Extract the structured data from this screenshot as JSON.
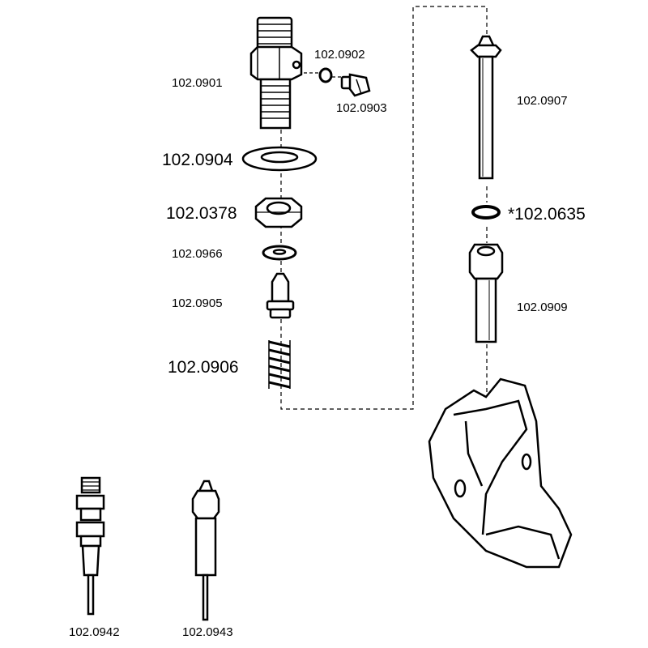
{
  "labels": {
    "p0901": "102.0901",
    "p0902": "102.0902",
    "p0903": "102.0903",
    "p0904": "102.0904",
    "p0378": "102.0378",
    "p0966": "102.0966",
    "p0905": "102.0905",
    "p0906": "102.0906",
    "p0907": "102.0907",
    "p0635": "*102.0635",
    "p0909": "102.0909",
    "p0942": "102.0942",
    "p0943": "102.0943"
  }
}
